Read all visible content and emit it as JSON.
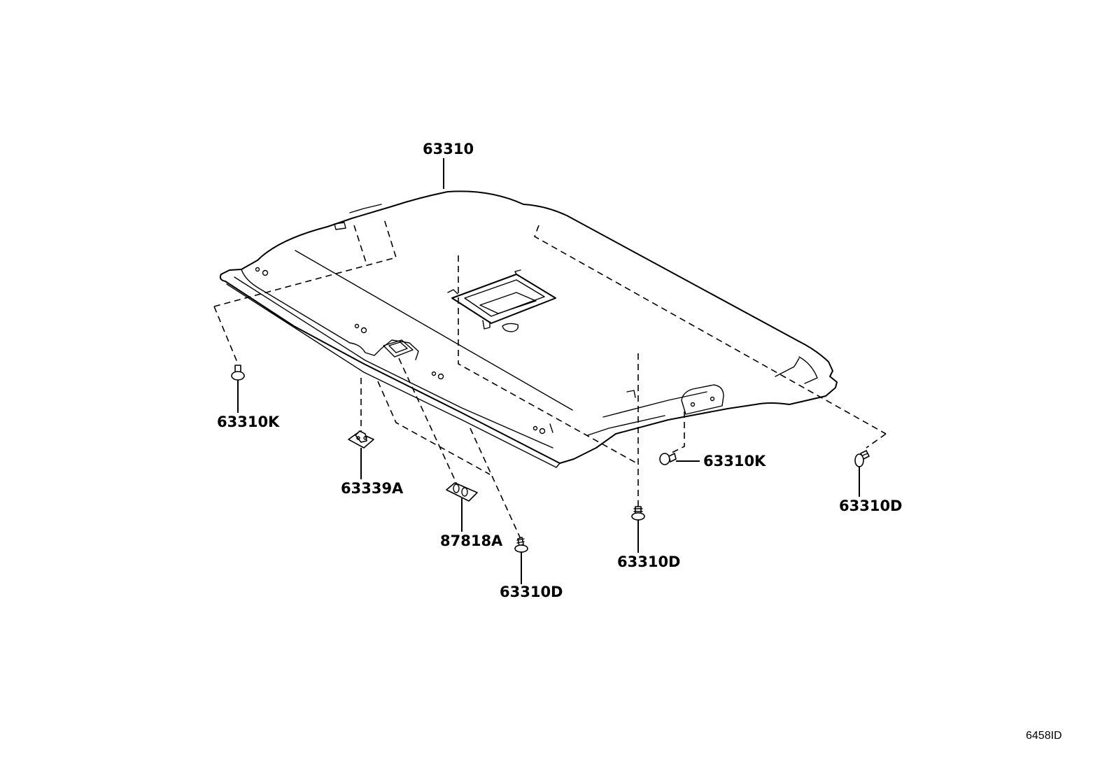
{
  "labels": {
    "headliner": "63310",
    "clip_left": "63310K",
    "clip_right": "63310K",
    "clamp": "63339A",
    "plate": "87818A",
    "clip_d_front": "63310D",
    "clip_d_center": "63310D",
    "clip_d_right": "63310D"
  },
  "diagram_code": "6458ID"
}
